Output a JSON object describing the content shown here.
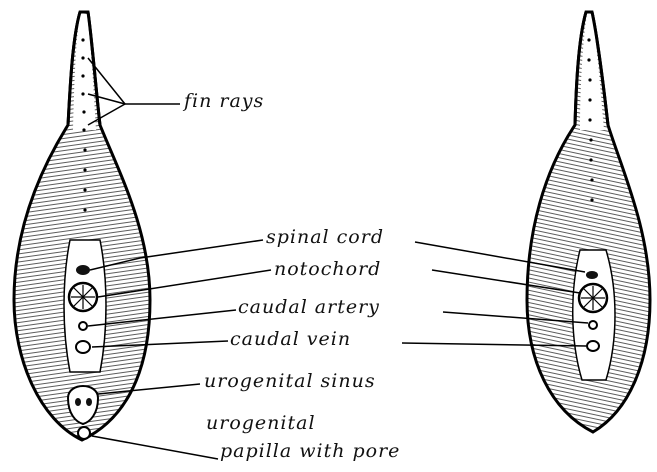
{
  "labels": {
    "fin_rays": "fin rays",
    "spinal_cord": "spinal cord",
    "notochord": "notochord",
    "caudal_artery": "caudal artery",
    "caudal_vein": "caudal vein",
    "urogenital_sinus": "urogenital sinus",
    "urogenital_line1": "urogenital",
    "urogenital_line2": "papilla with pore"
  }
}
